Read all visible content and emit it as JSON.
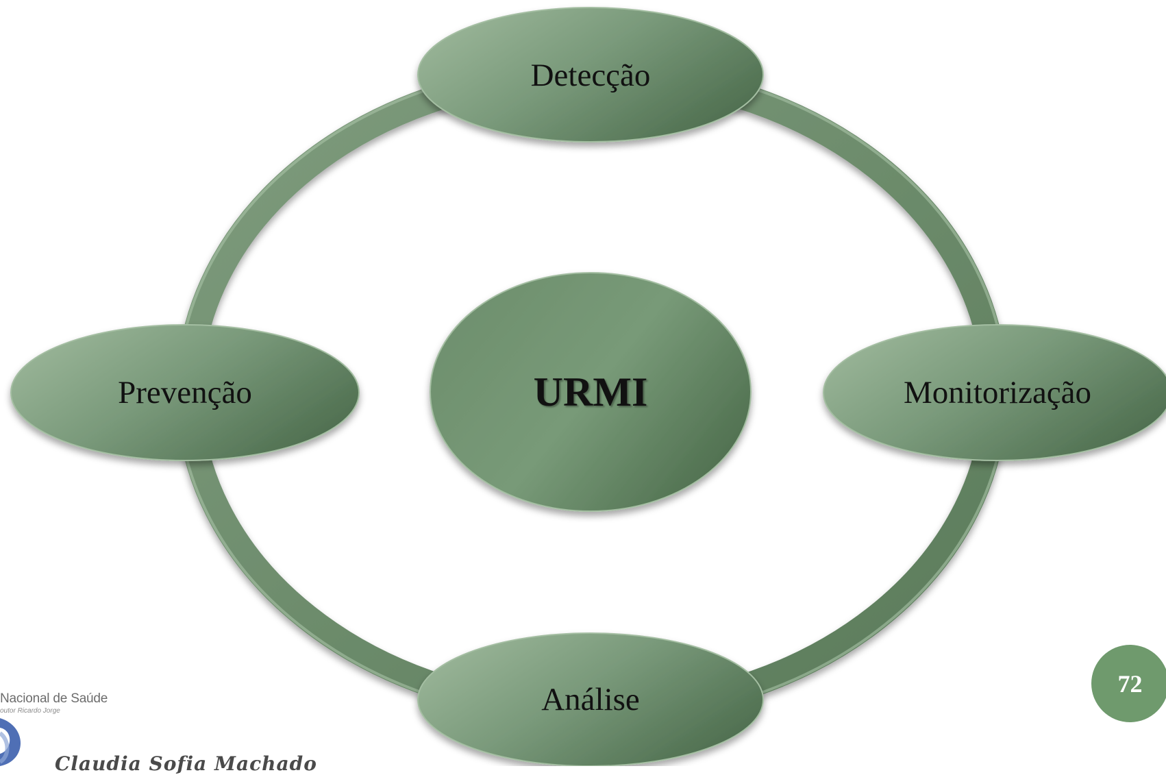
{
  "diagram": {
    "center_label": "URMI",
    "nodes": {
      "top": "Detecção",
      "left": "Prevenção",
      "right": "Monitorização",
      "bottom": "Análise"
    }
  },
  "slide": {
    "page_number": "72",
    "logo_org_text": "Nacional de Saúde",
    "logo_sub_text": "outor Ricardo Jorge",
    "author": "Claudia Sofia Machado"
  },
  "colors": {
    "node_fill_dark": "#4d6e4c",
    "node_fill_light": "#8fae8d",
    "ring": "#6f8f6e",
    "badge": "#6f9a6d",
    "logo_mark": "#4f6fb5"
  }
}
